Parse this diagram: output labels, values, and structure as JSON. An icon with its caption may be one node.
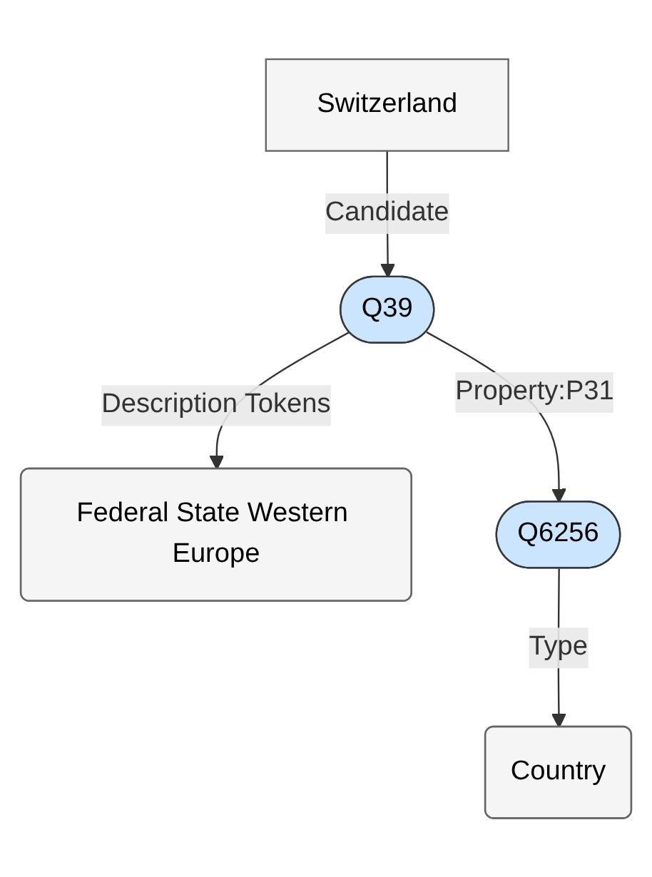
{
  "diagram": {
    "nodes": [
      {
        "text": [
          "Switzerland"
        ]
      },
      {
        "text": [
          "Q39"
        ]
      },
      {
        "text": [
          "Q6256"
        ]
      },
      {
        "text": [
          "Federal State Western Europe"
        ]
      },
      {
        "text": [
          "Country"
        ]
      }
    ],
    "edges": [
      {
        "from": 0,
        "to": 1,
        "arrow": "to",
        "label": "Candidate"
      },
      {
        "from": 1,
        "to": 3,
        "arrow": "to",
        "label": "Description Tokens"
      },
      {
        "from": 1,
        "to": 2,
        "arrow": "to",
        "label": "Property:P31"
      },
      {
        "from": 2,
        "to": 4,
        "arrow": "to",
        "label": "Type"
      }
    ]
  }
}
